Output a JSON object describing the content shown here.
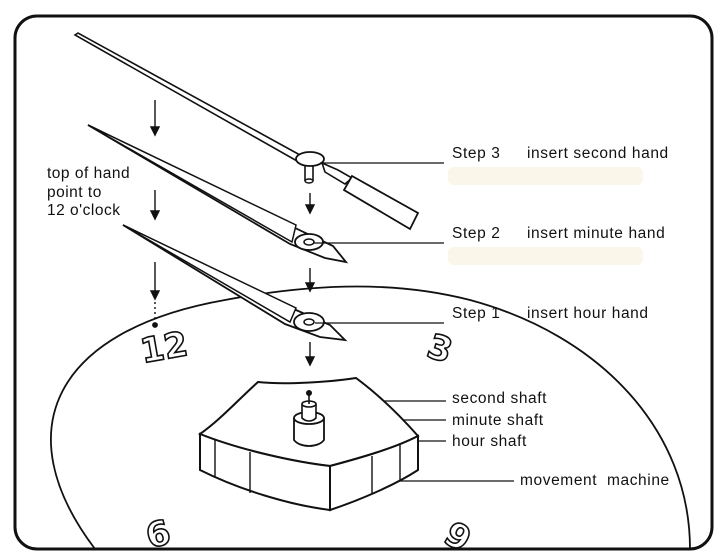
{
  "note": {
    "line1": "top of hand",
    "line2": "point to",
    "line3": "12 o'clock"
  },
  "steps": [
    {
      "step": "Step 3",
      "action": "insert second hand"
    },
    {
      "step": "Step 2",
      "action": "insert minute hand"
    },
    {
      "step": "Step 1",
      "action": "insert hour hand"
    }
  ],
  "shafts": {
    "second": "second shaft",
    "minute": "minute shaft",
    "hour": "hour shaft"
  },
  "movement": "movement  machine",
  "dial_numbers": {
    "twelve": "12",
    "three": "3",
    "six": "6",
    "nine": "9"
  },
  "colors": {
    "line": "#111111",
    "background": "#ffffff",
    "numeral_fill": "#ffffff"
  }
}
